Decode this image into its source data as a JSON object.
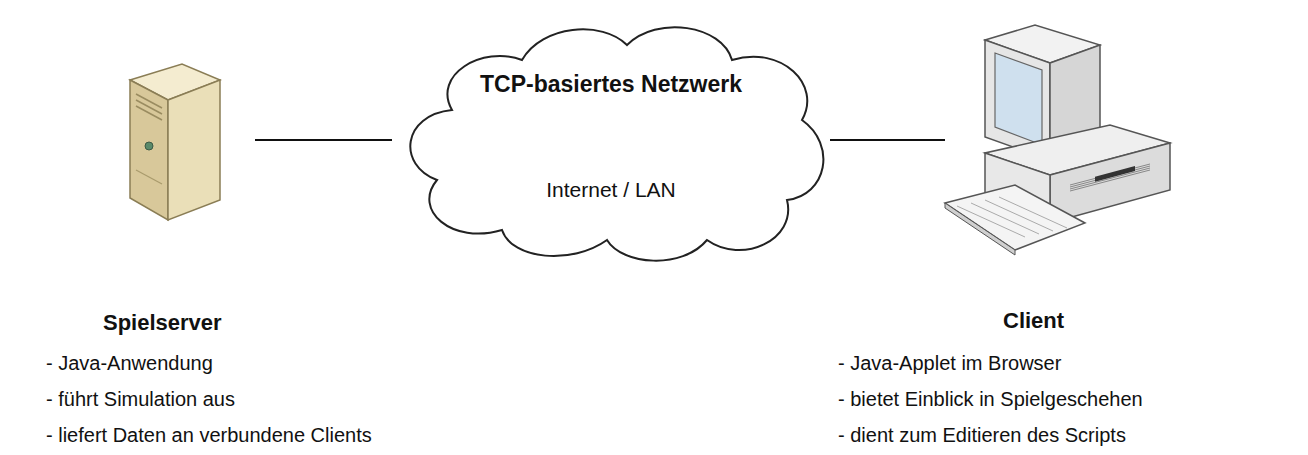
{
  "diagram": {
    "nodes": [
      {
        "text": [
          "Spielserver",
          "- Java-Anwendung",
          "- führt Simulation aus",
          "- liefert Daten an verbundene Clients"
        ]
      },
      {
        "text": [
          "TCP-basiertes Netzwerk",
          "Internet / LAN"
        ]
      },
      {
        "text": [
          "Client",
          "- Java-Applet im Browser",
          "- bietet Einblick in Spielgeschehen",
          "- dient zum Editieren des Scripts"
        ]
      }
    ],
    "edges": [
      {
        "from": 0,
        "to": 1,
        "arrow": "none"
      },
      {
        "from": 1,
        "to": 2,
        "arrow": "none"
      }
    ]
  }
}
